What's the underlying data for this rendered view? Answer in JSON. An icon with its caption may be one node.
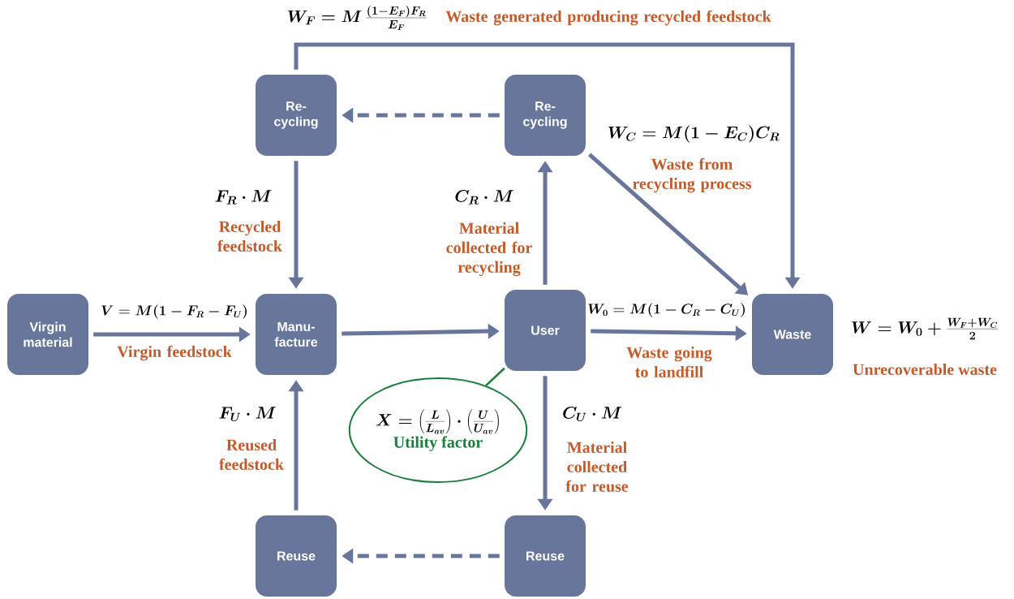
{
  "diagram": {
    "nodes": [
      {
        "text": [
          "Virgin material"
        ]
      },
      {
        "text": [
          "Manu- facture"
        ]
      },
      {
        "text": [
          "User"
        ]
      },
      {
        "text": [
          "Waste"
        ],
        "beside": [
          "W = W_0 + \\frac{W_F + W_C}{2}",
          "Unrecoverable waste"
        ]
      },
      {
        "text": [
          "Re- cycling"
        ]
      },
      {
        "text": [
          "Re- cycling"
        ]
      },
      {
        "text": [
          "Reuse"
        ]
      },
      {
        "text": [
          "Reuse"
        ]
      },
      {
        "text": [
          "X = \\left(\\frac{L}{L_{av}}\\right)\\cdot\\left(\\frac{U}{U_{av}}\\right)",
          "Utility factor"
        ]
      }
    ],
    "edges": [
      {
        "from": 0,
        "to": 1,
        "arrow": "to",
        "label": "Virgin feedstock"
      },
      {
        "from": 1,
        "to": 2,
        "arrow": "to"
      },
      {
        "from": 2,
        "to": 3,
        "arrow": "to",
        "label": "Waste going to landfill"
      },
      {
        "from": 2,
        "to": 5,
        "arrow": "to",
        "label": "Material collected for recycling"
      },
      {
        "from": 5,
        "to": 4,
        "arrow": "to",
        "style": "dashed"
      },
      {
        "from": 4,
        "to": 1,
        "arrow": "to",
        "label": "Recycled feedstock"
      },
      {
        "from": 2,
        "to": 7,
        "arrow": "to",
        "label": "Material collected for reuse"
      },
      {
        "from": 7,
        "to": 6,
        "arrow": "to",
        "style": "dashed"
      },
      {
        "from": 6,
        "to": 1,
        "arrow": "to",
        "label": "Reused feedstock"
      },
      {
        "from": 5,
        "to": 3,
        "arrow": "to",
        "label": "Waste from recycling process"
      },
      {
        "from": 4,
        "to": 3,
        "arrow": "to",
        "label": "Waste generated producing recycled feedstock"
      },
      {
        "from": 8,
        "to": 2,
        "arrow": "none",
        "color": "#1a7f3c"
      }
    ],
    "labels": [
      "W_F = M\\,\\frac{(1-E_F)F_R}{E_F}",
      "W_C = M(1-E_C)C_R",
      "F_R\\cdot M",
      "C_R\\cdot M",
      "V = M(1-F_R-F_U)",
      "W_0 = M(1-C_R-C_U)",
      "F_U\\cdot M",
      "C_U\\cdot M"
    ]
  }
}
